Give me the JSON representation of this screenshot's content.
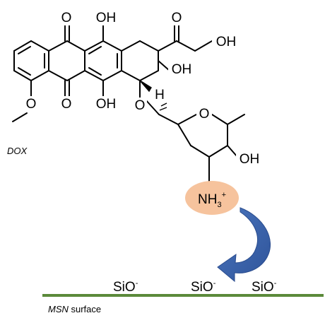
{
  "molecule": {
    "name_label": "DOX",
    "atoms": {
      "o_top_left": "O",
      "oh_top_mid": "OH",
      "o_ketone_side": "O",
      "oh_side_chain": "OH",
      "oh_c9": "OH",
      "o_quinone_bottom": "O",
      "oh_bottom_mid": "OH",
      "o_methoxy": "O",
      "h_stereo": "H",
      "o_glycosidic": "O",
      "o_sugar_ring": "O",
      "oh_sugar": "OH"
    },
    "amine": {
      "main": "NH",
      "subscript": "3",
      "charge": "+",
      "bubble_color": "#f6c39d"
    }
  },
  "surface": {
    "label_italic": "MSN",
    "label_rest": " surface",
    "line_color": "#5b8a3a",
    "groups": [
      {
        "main": "SiO",
        "charge": "-"
      },
      {
        "main": "SiO",
        "charge": "-"
      },
      {
        "main": "SiO",
        "charge": "-"
      }
    ]
  },
  "interaction_arrow": {
    "color": "#3e66ad"
  }
}
